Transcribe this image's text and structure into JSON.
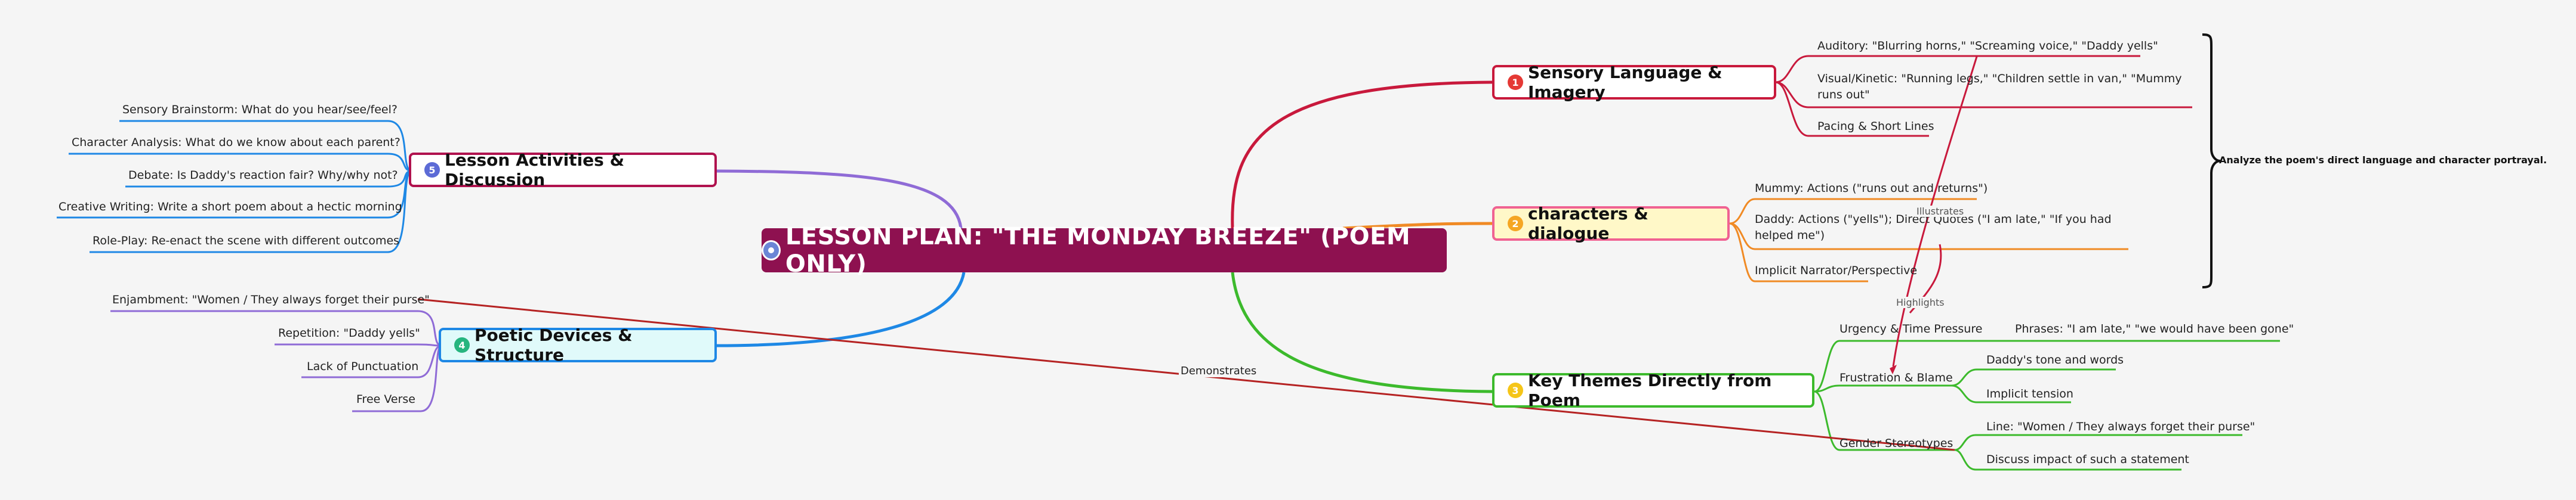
{
  "root": {
    "title": "LESSON PLAN: \"THE MONDAY BREEZE\" (POEM ONLY)"
  },
  "topics": {
    "sensory": {
      "num": "1",
      "label": "Sensory Language & Imagery",
      "color": "#c8193c"
    },
    "characters": {
      "num": "2",
      "label": "characters & dialogue",
      "color": "#f08a24"
    },
    "themes": {
      "num": "3",
      "label": "Key Themes Directly from Poem",
      "color": "#3cba2c"
    },
    "devices": {
      "num": "4",
      "label": "Poetic Devices & Structure",
      "color": "#1e88e5"
    },
    "activities": {
      "num": "5",
      "label": "Lesson Activities & Discussion",
      "color": "#b0124e"
    }
  },
  "sensory_items": [
    "Auditory: \"Blurring horns,\" \"Screaming voice,\" \"Daddy yells\"",
    "Visual/Kinetic: \"Running legs,\" \"Children settle in van,\" \"Mummy runs out\"",
    "Pacing & Short Lines"
  ],
  "character_items": [
    "Mummy: Actions (\"runs out and returns\")",
    "Daddy: Actions (\"yells\"); Direct Quotes (\"I am late,\" \"If you had helped me\")",
    "Implicit Narrator/Perspective"
  ],
  "theme_items": {
    "urgency": "Urgency & Time Pressure",
    "urgency_detail": "Phrases: \"I am late,\" \"we would have been gone\"",
    "frustration": "Frustration & Blame",
    "frustration_details": [
      "Daddy's tone and words",
      "Implicit tension"
    ],
    "gender": "Gender Stereotypes",
    "gender_details": [
      "Line: \"Women / They always forget their purse\"",
      "Discuss impact of such a statement"
    ]
  },
  "device_items": [
    "Enjambment: \"Women / They always forget their purse\"",
    "Repetition: \"Daddy yells\"",
    "Lack of Punctuation",
    "Free Verse"
  ],
  "activity_items": [
    "Sensory Brainstorm: What do you hear/see/feel?",
    "Character Analysis: What do we know about each parent?",
    "Debate: Is Daddy's reaction fair? Why/why not?",
    "Creative Writing: Write a short poem about a hectic morning",
    "Role-Play: Re-enact the scene with different outcomes"
  ],
  "relationships": {
    "illustrates": "Illustrates",
    "highlights": "Highlights",
    "demonstrates": "Demonstrates"
  },
  "summary": "Analyze the poem's direct language and character portrayal."
}
